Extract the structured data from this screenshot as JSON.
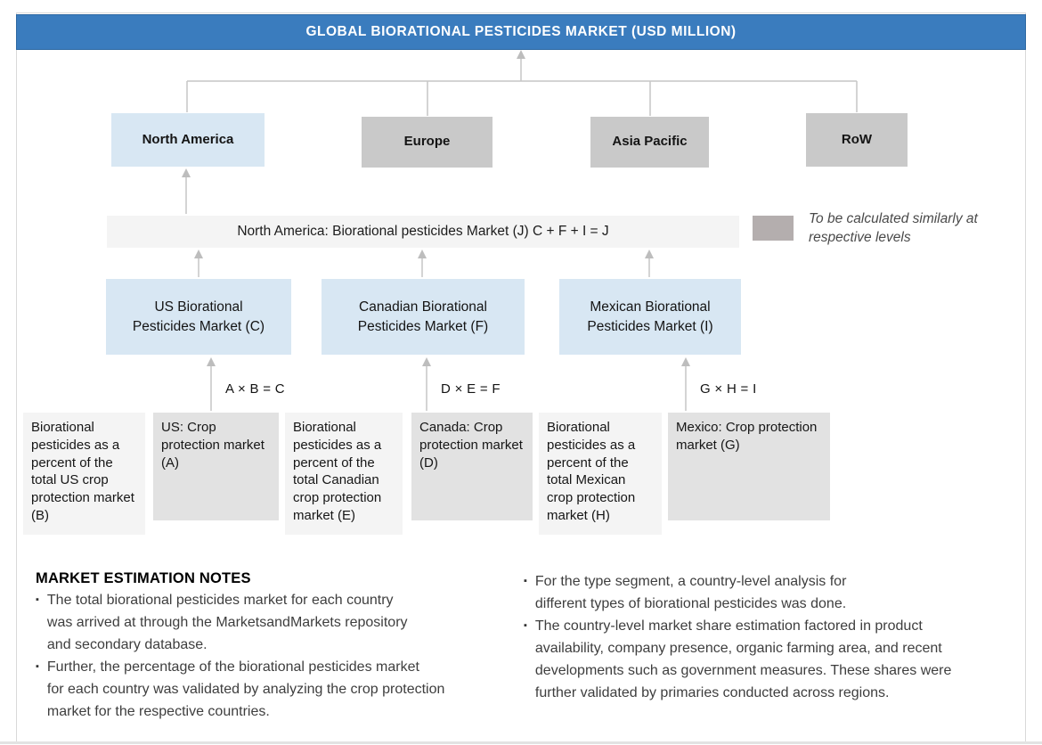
{
  "banner": {
    "title": "GLOBAL BIORATIONAL PESTICIDES MARKET (USD MILLION)"
  },
  "regions": [
    {
      "label": "North America",
      "highlighted": true
    },
    {
      "label": "Europe",
      "highlighted": false
    },
    {
      "label": "Asia Pacific",
      "highlighted": false
    },
    {
      "label": "RoW",
      "highlighted": false
    }
  ],
  "level2": {
    "label": "North America: Biorational pesticides Market (J) C + F + I = J"
  },
  "legend": {
    "note": "To be calculated similarly at respective levels"
  },
  "country_markets": [
    {
      "label": "US Biorational Pesticides Market (C)"
    },
    {
      "label": "Canadian Biorational Pesticides Market (F)"
    },
    {
      "label": "Mexican Biorational Pesticides Market (I)"
    }
  ],
  "formulas": [
    "A × B = C",
    "D × E = F",
    "G × H = I"
  ],
  "inputs": [
    {
      "label": "Biorational pesticides as a percent of the total US crop protection market (B)",
      "variant": "light"
    },
    {
      "label": "US: Crop protection market (A)",
      "variant": "dark"
    },
    {
      "label": "Biorational pesticides as a percent of the total Canadian crop protection market (E)",
      "variant": "light"
    },
    {
      "label": "Canada: Crop protection market (D)",
      "variant": "dark"
    },
    {
      "label": "Biorational pesticides as a percent of the total Mexican crop protection market (H)",
      "variant": "light"
    },
    {
      "label": "Mexico: Crop protection market (G)",
      "variant": "dark"
    }
  ],
  "notes": {
    "heading": "MARKET ESTIMATION NOTES",
    "left": [
      "The total biorational pesticides market for each country\nwas arrived at through the MarketsandMarkets repository\nand secondary database.",
      "Further, the percentage of the biorational pesticides market\nfor each country was validated by analyzing the crop protection\nmarket for the respective countries."
    ],
    "right": [
      "For the type segment, a country-level analysis for\ndifferent types of biorational pesticides was done.",
      "The country-level market share estimation factored in product\navailability, company presence, organic farming area, and recent\ndevelopments such as government measures. These shares were\nfurther validated by primaries conducted across regions."
    ]
  },
  "colors": {
    "banner_blue": "#3a7cbe",
    "highlight_blue": "#d8e7f3",
    "region_gray": "#c9c9c9",
    "bar_gray": "#f4f4f4",
    "input_light": "#f4f4f4",
    "input_dark": "#e2e2e2",
    "legend_gray": "#b4aeae",
    "connector_gray": "#c6c6c6"
  }
}
